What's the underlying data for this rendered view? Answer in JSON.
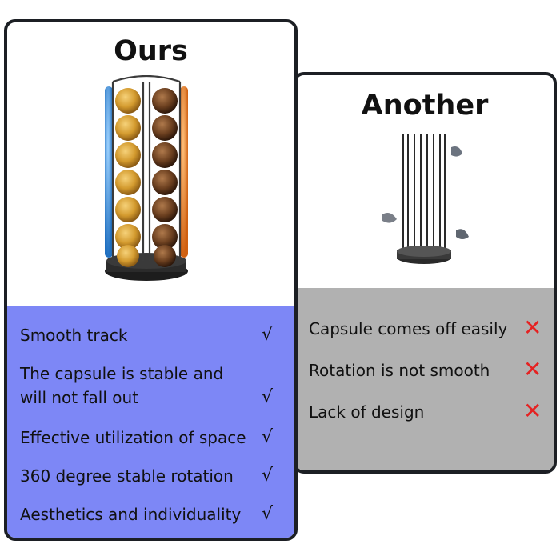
{
  "ours": {
    "title": "Ours",
    "features": [
      {
        "label": "Smooth track",
        "mark": "√"
      },
      {
        "label": "The capsule is stable and\nwill not fall out",
        "mark": "√"
      },
      {
        "label": "Effective utilization of space",
        "mark": "√"
      },
      {
        "label": "360 degree stable rotation",
        "mark": "√"
      },
      {
        "label": "Aesthetics and individuality",
        "mark": "√"
      }
    ],
    "panel_color": "#7d87f6"
  },
  "another": {
    "title": "Another",
    "features": [
      {
        "label": "Capsule comes off easily",
        "mark": "✕"
      },
      {
        "label": "Rotation is not smooth",
        "mark": "✕"
      },
      {
        "label": "Lack of design",
        "mark": "✕"
      }
    ],
    "panel_color": "#b1b1b1",
    "cross_color": "#e52222"
  }
}
